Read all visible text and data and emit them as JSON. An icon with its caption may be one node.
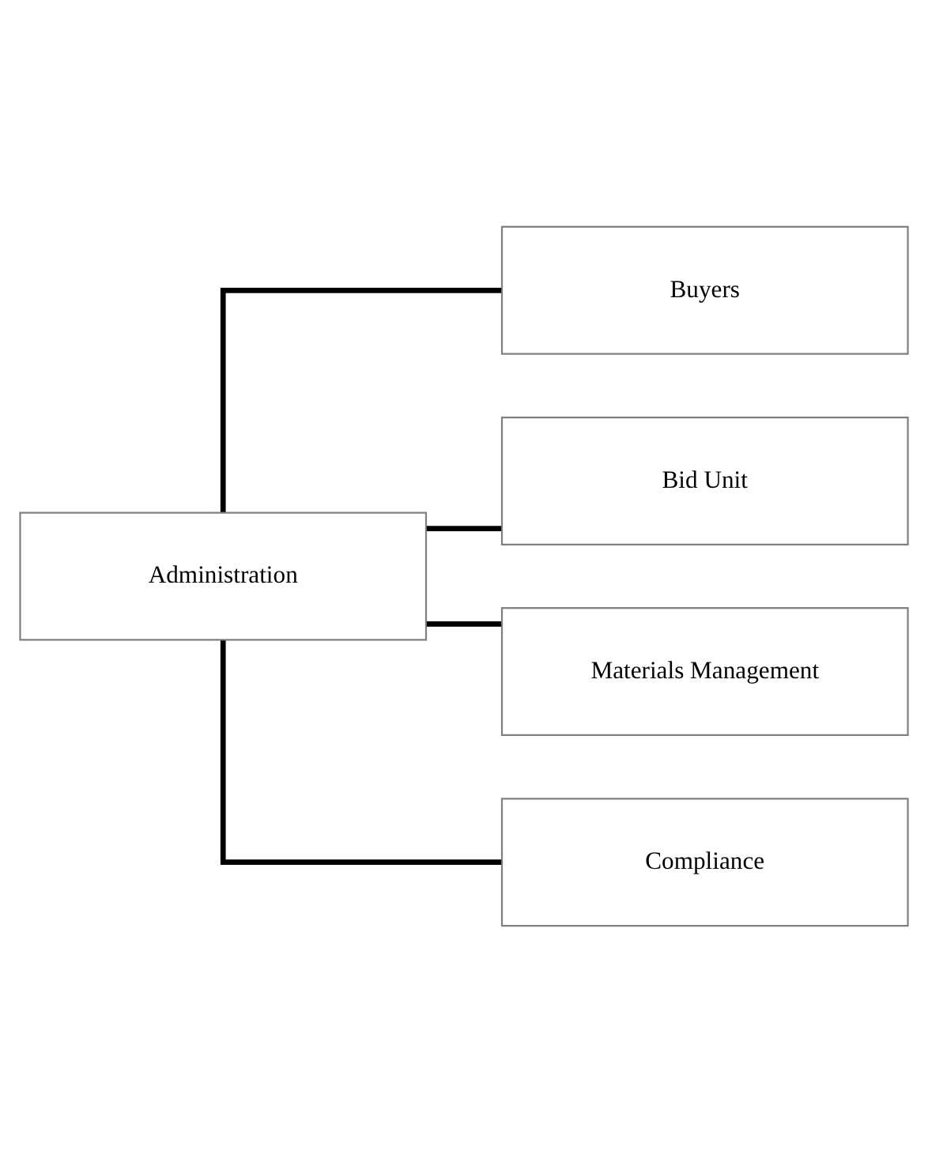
{
  "diagram": {
    "nodes": [
      {
        "text": [
          "Administration"
        ]
      },
      {
        "text": [
          "Buyers"
        ]
      },
      {
        "text": [
          "Bid Unit"
        ]
      },
      {
        "text": [
          "Materials Management"
        ]
      },
      {
        "text": [
          "Compliance"
        ]
      }
    ],
    "edges": [
      {
        "from": 0,
        "to": 1,
        "arrow": "none"
      },
      {
        "from": 0,
        "to": 2,
        "arrow": "none"
      },
      {
        "from": 0,
        "to": 3,
        "arrow": "none"
      },
      {
        "from": 0,
        "to": 4,
        "arrow": "none"
      }
    ]
  }
}
